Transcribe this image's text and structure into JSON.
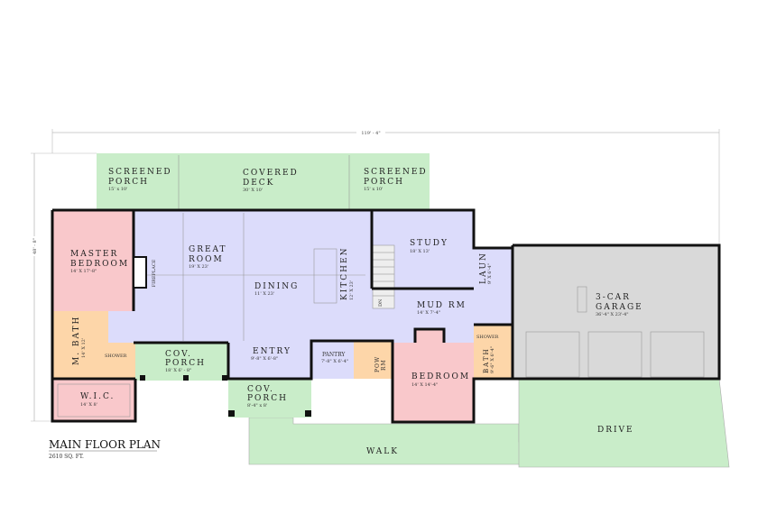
{
  "plan": {
    "title": "MAIN FLOOR PLAN",
    "area": "2610 SQ. FT.",
    "overall_width": "119' - 4\"",
    "overall_depth": "48' - 8\""
  },
  "rooms": {
    "screened_porch_left": {
      "l1": "SCREENED",
      "l2": "PORCH",
      "dim": "15' x 10'"
    },
    "covered_deck": {
      "l1": "COVERED",
      "l2": "DECK",
      "dim": "30' X 10'"
    },
    "screened_porch_right": {
      "l1": "SCREENED",
      "l2": "PORCH",
      "dim": "15' x 10'"
    },
    "master_bedroom": {
      "l1": "MASTER",
      "l2": "BEDROOM",
      "dim": "14' X 17'-8\""
    },
    "fireplace": {
      "l1": "FIREPLACE"
    },
    "great_room": {
      "l1": "GREAT",
      "l2": "ROOM",
      "dim": "19' X 23'"
    },
    "dining": {
      "l1": "DINING",
      "dim": "11' X 23'"
    },
    "kitchen": {
      "l1": "KITCHEN",
      "dim": "12' X 23'"
    },
    "study": {
      "l1": "STUDY",
      "dim": "18' X 13'"
    },
    "laun": {
      "l1": "LAUN",
      "dim": "9' X 6'-4\""
    },
    "garage": {
      "l1": "3-CAR",
      "l2": "GARAGE",
      "dim": "36'-4\" X 23'-4\""
    },
    "mud_rm": {
      "l1": "MUD RM",
      "dim": "14' X 7'-4\""
    },
    "stair": {
      "l1": "DN"
    },
    "m_bath": {
      "l1": "M. BATH",
      "dim": "14' X 12'",
      "shower": "SHOWER"
    },
    "wic": {
      "l1": "W.I.C.",
      "dim": "14' X 8'"
    },
    "cov_porch_left": {
      "l1": "COV.",
      "l2": "PORCH",
      "dim": "18' X 6' - 8\""
    },
    "entry": {
      "l1": "ENTRY",
      "dim": "9'-8\" X 6'-8\""
    },
    "pantry": {
      "l1": "PANTRY",
      "dim": "7'-8\" X 6'-4\""
    },
    "pow_rm": {
      "l1": "POW",
      "l2": "RM"
    },
    "bedroom": {
      "l1": "BEDROOM",
      "dim": "14' X 14'-4\""
    },
    "bath": {
      "l1": "BATH",
      "dim": "9'-6\" X 6'-4\"",
      "shower": "SHOWER"
    },
    "cov_porch_front": {
      "l1": "COV.",
      "l2": "PORCH",
      "dim": "8'-4\" x 8'"
    },
    "walk": {
      "l1": "WALK"
    },
    "drive": {
      "l1": "DRIVE"
    }
  },
  "colors": {
    "outdoor": "#c9edc9",
    "living": "#dcdcfb",
    "bedroom": "#f9c8cb",
    "bath": "#fdd6a9",
    "garage": "#d9d9d9"
  }
}
